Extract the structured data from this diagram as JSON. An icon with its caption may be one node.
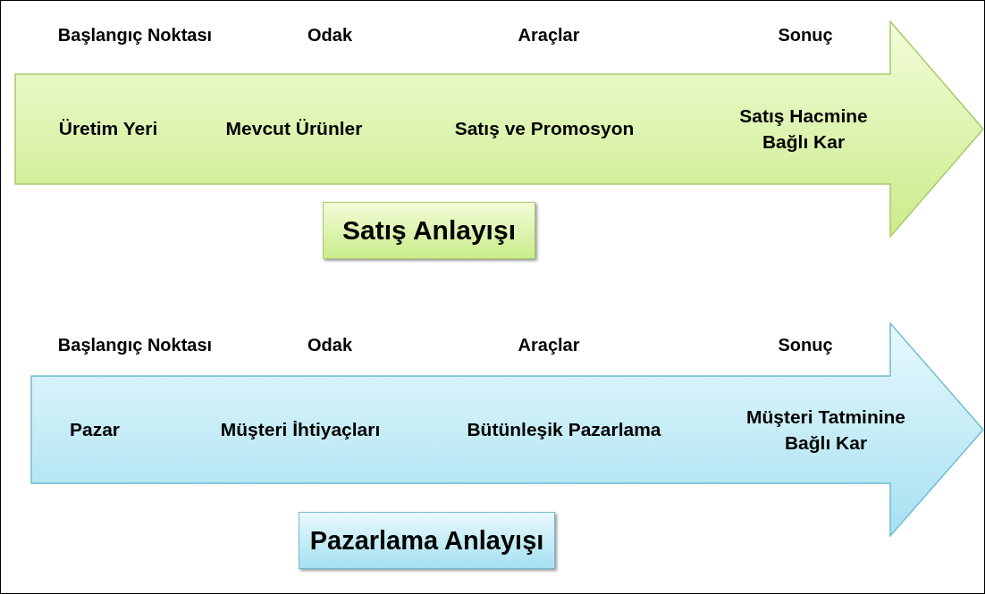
{
  "diagram": {
    "nodes": [
      {
        "text": [
          "Üretim Yeri",
          "Mevcut Ürünler",
          "Satış ve Promosyon",
          "Satış Hacmine Bağlı Kar"
        ]
      },
      {
        "text": [
          "Satış Anlayışı"
        ]
      },
      {
        "text": [
          "Pazar",
          "Müşteri İhtiyaçları",
          "Bütünleşik Pazarlama",
          "Müşteri Tatminine Bağlı Kar"
        ]
      },
      {
        "text": [
          "Pazarlama Anlayışı"
        ]
      }
    ],
    "edges": [],
    "labels": [
      "Başlangıç Noktası",
      "Odak",
      "Araçlar",
      "Sonuç",
      "Başlangıç Noktası",
      "Odak",
      "Araçlar",
      "Sonuç"
    ]
  }
}
